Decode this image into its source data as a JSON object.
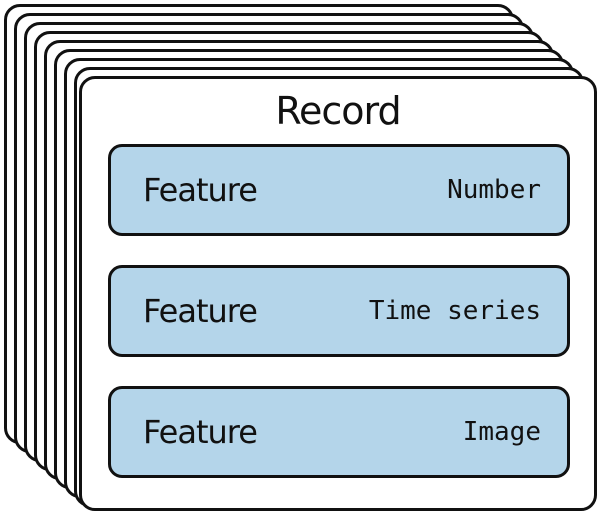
{
  "record": {
    "title": "Record",
    "features": [
      {
        "label": "Feature",
        "type": "Number"
      },
      {
        "label": "Feature",
        "type": "Time series"
      },
      {
        "label": "Feature",
        "type": "Image"
      }
    ]
  },
  "colors": {
    "feature_fill": "#b4d5ea",
    "outline": "#111111",
    "card_fill": "#ffffff"
  }
}
